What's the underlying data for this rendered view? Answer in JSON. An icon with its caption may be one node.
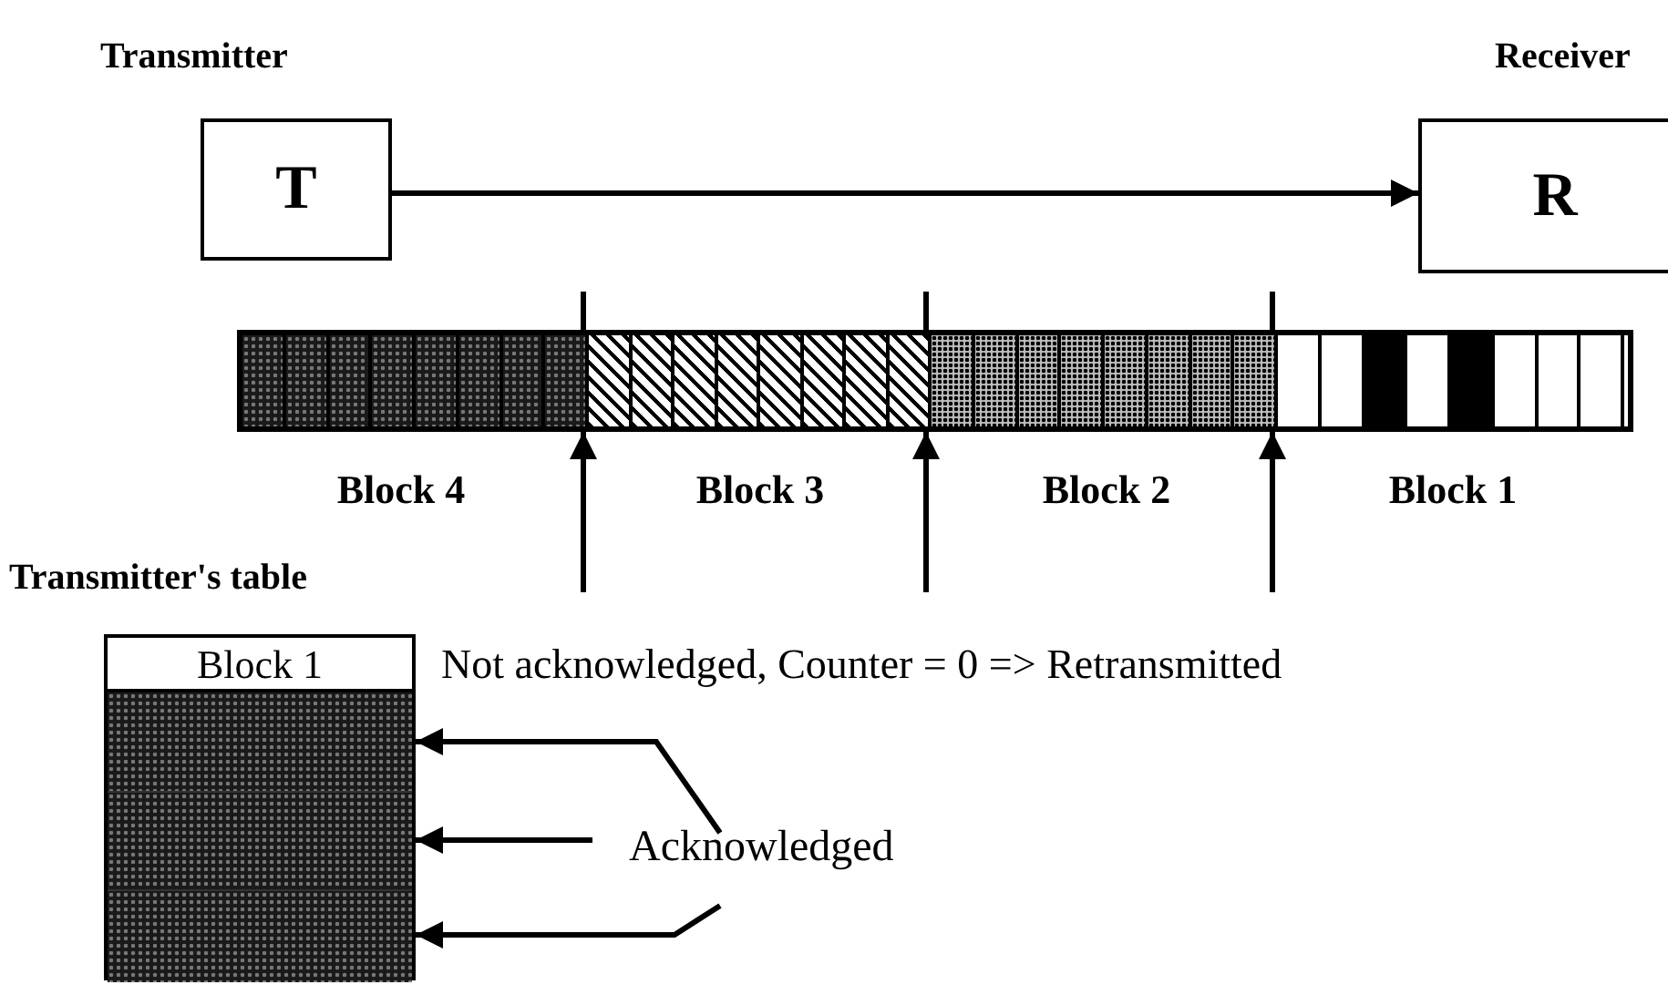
{
  "diagram": {
    "nodes": [
      {
        "text": [
          "Transmitter",
          "T"
        ]
      },
      {
        "text": [
          "Receiver",
          "R"
        ]
      },
      {
        "text": [
          "Transmitter's table"
        ]
      },
      {
        "text": [
          "Block 1"
        ],
        "in": 2
      },
      {
        "text": [],
        "shape": "bar",
        "in": 2
      },
      {
        "text": [],
        "shape": "bar",
        "in": 2
      },
      {
        "text": [],
        "shape": "bar",
        "in": 2
      },
      {
        "text": [
          "Acknowledged"
        ]
      },
      {
        "text": [],
        "shape": "bar"
      },
      {
        "text": [],
        "shape": "bar",
        "in": 8,
        "beside": [
          "Block 4"
        ]
      },
      {
        "text": [],
        "shape": "bar",
        "in": 8,
        "beside": [
          "Block 3"
        ]
      },
      {
        "text": [],
        "shape": "bar",
        "in": 8,
        "beside": [
          "Block 2"
        ]
      },
      {
        "text": [],
        "shape": "bar",
        "in": 8,
        "beside": [
          "Block 1"
        ]
      }
    ],
    "edges": [
      {
        "from": 0,
        "to": 1,
        "arrow": "to"
      },
      {
        "from": 7,
        "to": 4,
        "arrow": "to"
      },
      {
        "from": 7,
        "to": 5,
        "arrow": "to"
      },
      {
        "from": 7,
        "to": 6,
        "arrow": "to"
      },
      {
        "from": null,
        "to": 8,
        "arrow": "to"
      },
      {
        "from": null,
        "to": 8,
        "arrow": "to"
      },
      {
        "from": null,
        "to": 8,
        "arrow": "to"
      }
    ],
    "labels": [
      "Not acknowledged, Counter = 0 => Retransmitted"
    ]
  }
}
